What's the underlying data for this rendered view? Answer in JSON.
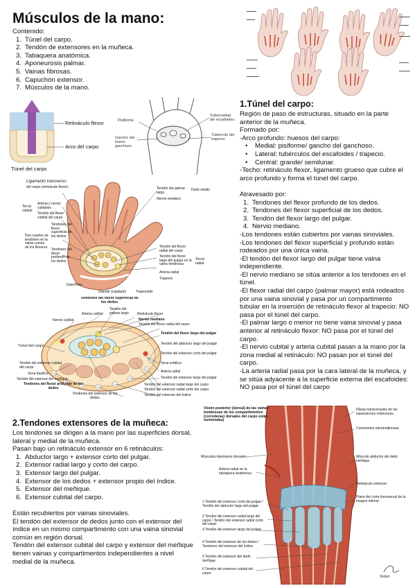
{
  "page_title": "Músculos de la mano:",
  "contents": {
    "heading": "Contenido:",
    "items": [
      {
        "n": "1.",
        "t": "Túnel del carpo."
      },
      {
        "n": "2.",
        "t": "Tendón de extensores en la muñeca."
      },
      {
        "n": "3.",
        "t": "Tabaquera anatómica."
      },
      {
        "n": "4.",
        "t": "Aponeurosis palmar."
      },
      {
        "n": "5.",
        "t": "Vainas fibrosas."
      },
      {
        "n": "6.",
        "t": "Capuchón extensor."
      },
      {
        "n": "7.",
        "t": "Músculos de la mano."
      }
    ]
  },
  "figures": {
    "tunnel_schematic": {
      "retinaculo": "Retináculo flexor",
      "arco": "Arco del carpo",
      "tunel": "Túnel del carpo"
    },
    "wrist_sketch": {
      "pisiforme": "Pisiforme",
      "gancho": "Gancho del hueso ganchoso",
      "tuberosidad": "Tuberosidad del escafoides",
      "tuberculo": "Tubérculo del trapecio"
    },
    "palm_illustration": {
      "handwritten": "Ligamento transverso",
      "retinaculo": "del carpo (retináculo flexor)",
      "palmar_largo": "Tendón del palmar largo",
      "nervio_mediano": "Nervio mediano",
      "dedo_medio": "Dedo medio",
      "tercio_cubital": "Tercio cubital",
      "arteria_nervio": "Arteria y nervio cubitales",
      "flexor_cubital": "Tendón del flexor cubital del carpo",
      "tendones_superficial": "Tendones del flexor superficial de los dedos",
      "tendones_profundo": "Tendones del flexor profundo de los dedos",
      "dos_cuartos": "Dos cuartos de tendones en la vaina común de los flexores",
      "flexor_radial": "Tendón del flexor radial del carpo",
      "flexor_pulgar": "Tendón del flexor largo del pulgar en la vaina tendinosa",
      "arteria_radial": "Arteria radial",
      "tercio_radial": "Tercio radial",
      "trapecio": "Trapecio",
      "ganchoso": "Ganchoso",
      "grande": "Grande (capitado)",
      "trapezoide": "Trapezoide"
    },
    "cross_section": {
      "superficial": "Tendones del flexor superficial de los dedos",
      "arteria_cubital": "Arteria cubital",
      "palmar_largo": "Tendón del palmar largo",
      "retinaculo": "Retináculo flexor",
      "nervio_mediano": "Nervio mediano",
      "flexor_radial": "Tendón del flexor radial del carpo",
      "nervio_cubital": "Nervio cubital",
      "flexor_pulgar": "Tendón del flexor largo del pulgar",
      "tunel": "Túnel del carpo",
      "abductor": "Tendón del abductor largo del pulgar",
      "extensor_corto": "Tendón del extensor corto del pulgar",
      "vena_cefalica": "Vena cefálica",
      "ext_cubital": "Tendón del extensor cubital del carpo",
      "vena_basilica": "Vena basílica",
      "ext_menique": "Tendón del extensor del meñique",
      "profundo": "Tendones del flexor profundo de los dedos",
      "arteria_radial": "Arteria radial",
      "ext_pulgar": "Tendón del extensor largo del pulgar",
      "ext_radial_largo": "Tendón del extensor radial largo del carpo",
      "ext_radial_corto": "Tendón del extensor radial corto del carpo",
      "ext_dedos": "Tendones del extensor de los dedos",
      "ext_indice": "Tendón del extensor del índice"
    },
    "dorsal_view": {
      "caption": "Visión posterior (dorsal) de las vainas tendinosas de los compartimentos (correderas) dorsales del carpo están numeradas)",
      "fibras": "Fibras transversales de las expansiones extensoras",
      "conexiones": "Conexiones intertendinosas",
      "interoseos": "Músculos interóseos dorsales",
      "abductor_menique": "Músculo abductor del dedo meñique",
      "arteria_radial": "Arteria radial en la tabaquera anatómica",
      "retinaculo": "Retináculo extensor",
      "plano": "Plano del corte transversal de la imagen inferior",
      "c1": "Tendón del extensor corto del pulgar / Tendón del abductor largo del pulgar",
      "c2": "Tendón del extensor radial largo del carpo / Tendón del extensor radial corto del carpo",
      "c3": "Tendón del extensor largo del pulgar",
      "c4": "Tendón del extensor de los dedos / Tendones del extensor del índice",
      "c5": "Tendón del extensor del dedo meñique",
      "c6": "Tendón del extensor cubital del carpo",
      "n1": "1",
      "n2": "2",
      "n3": "3",
      "n4": "4",
      "n5": "5",
      "n6": "6",
      "signature": "Netter"
    }
  },
  "section1": {
    "heading": "1.Túnel del carpo:",
    "intro": "Región de paso de estructuras, situado en la parte anterior de la muñeca.",
    "formed_by": "Formado por:",
    "arco": "-Arco profundo: huesos del carpo:",
    "arco_items": [
      "Medial: pisiforme/ gancho del ganchoso.",
      "Lateral: tubérculos del escafoides / trapecio.",
      "Central: grande/ semilunar."
    ],
    "techo": "-Techo: retináculo flexor, ligamento grueso que cubre el arco profundo y forma el túnel del carpo.",
    "atravesado": "Atravesado por:",
    "atravesado_items": [
      {
        "n": "1.",
        "t": "Tendones del flexor profundo de los dedos."
      },
      {
        "n": "2.",
        "t": "Tendones del flexor superficial de los dedos."
      },
      {
        "n": "3.",
        "t": "Tendón del flexor largo del pulgar."
      },
      {
        "n": "4.",
        "t": "Nervio mediano."
      }
    ],
    "notes": [
      "-Los tendones están cubiertos por vainas sinoviales.",
      "-Los tendones del flexor superficial y profundo están rodeados por una  única vaina.",
      "-El tendón del flexor largo del pulgar tiene vaina independiente.",
      "-El nervio mediano se sitúa anterior a los tendones en el túnel.",
      "-El flexor radial del carpo (palmar mayor) está rodeados por una vaina sinovial y pasa por un compartimento tubular en la inserción de retináculo flexor al trapecio: NO pasa por el túnel del carpo.",
      "-El palmar largo o menor no tiene vaina sinovial y pasa anterior al retináculo flexor: NO pasa por el túnel del carpo.",
      "-El nervio cubital y arteria cubital pasan a la mano por la zona medial al retináculo: NO pasan por el túnel del carpo.",
      "-La arteria radial pasa por la cara lateral de la muñeca, y se sitúa adyacente a la superficie externa del escafoides: NO pasa por el túnel del carpo"
    ]
  },
  "section2": {
    "heading": "2.Tendones extensores de la muñeca:",
    "intro": "Los tendones se dirigen a la mano por las superficies dorsal, lateral y medial de la muñeca.",
    "pass": "Pasan bajo un retináculo extensor en 6 retináculos:",
    "items": [
      {
        "n": "1.",
        "t": "Abductor largo + extensor corto del pulgar."
      },
      {
        "n": "2.",
        "t": "Extensor radial largo y corto del carpo."
      },
      {
        "n": "3.",
        "t": "Extensor largo del pulgar."
      },
      {
        "n": "4.",
        "t": "Extensor de los dedos + extensor propio del índice."
      },
      {
        "n": "5.",
        "t": "Extensor del meñique."
      },
      {
        "n": "6.",
        "t": "Extensor cubital del carpo."
      }
    ],
    "notes": [
      "Están recubiertos por vainas sinoviales.",
      "El tendón del extensor de dedos junto con el extensor del índice en un mismo compartimento con una vaina sinovial común en región dorsal.",
      "Tendón del extensor cubital del carpo y extensor del meñique tienen vainas y compartimentos independientes a nivel medial de la muñeca."
    ]
  }
}
